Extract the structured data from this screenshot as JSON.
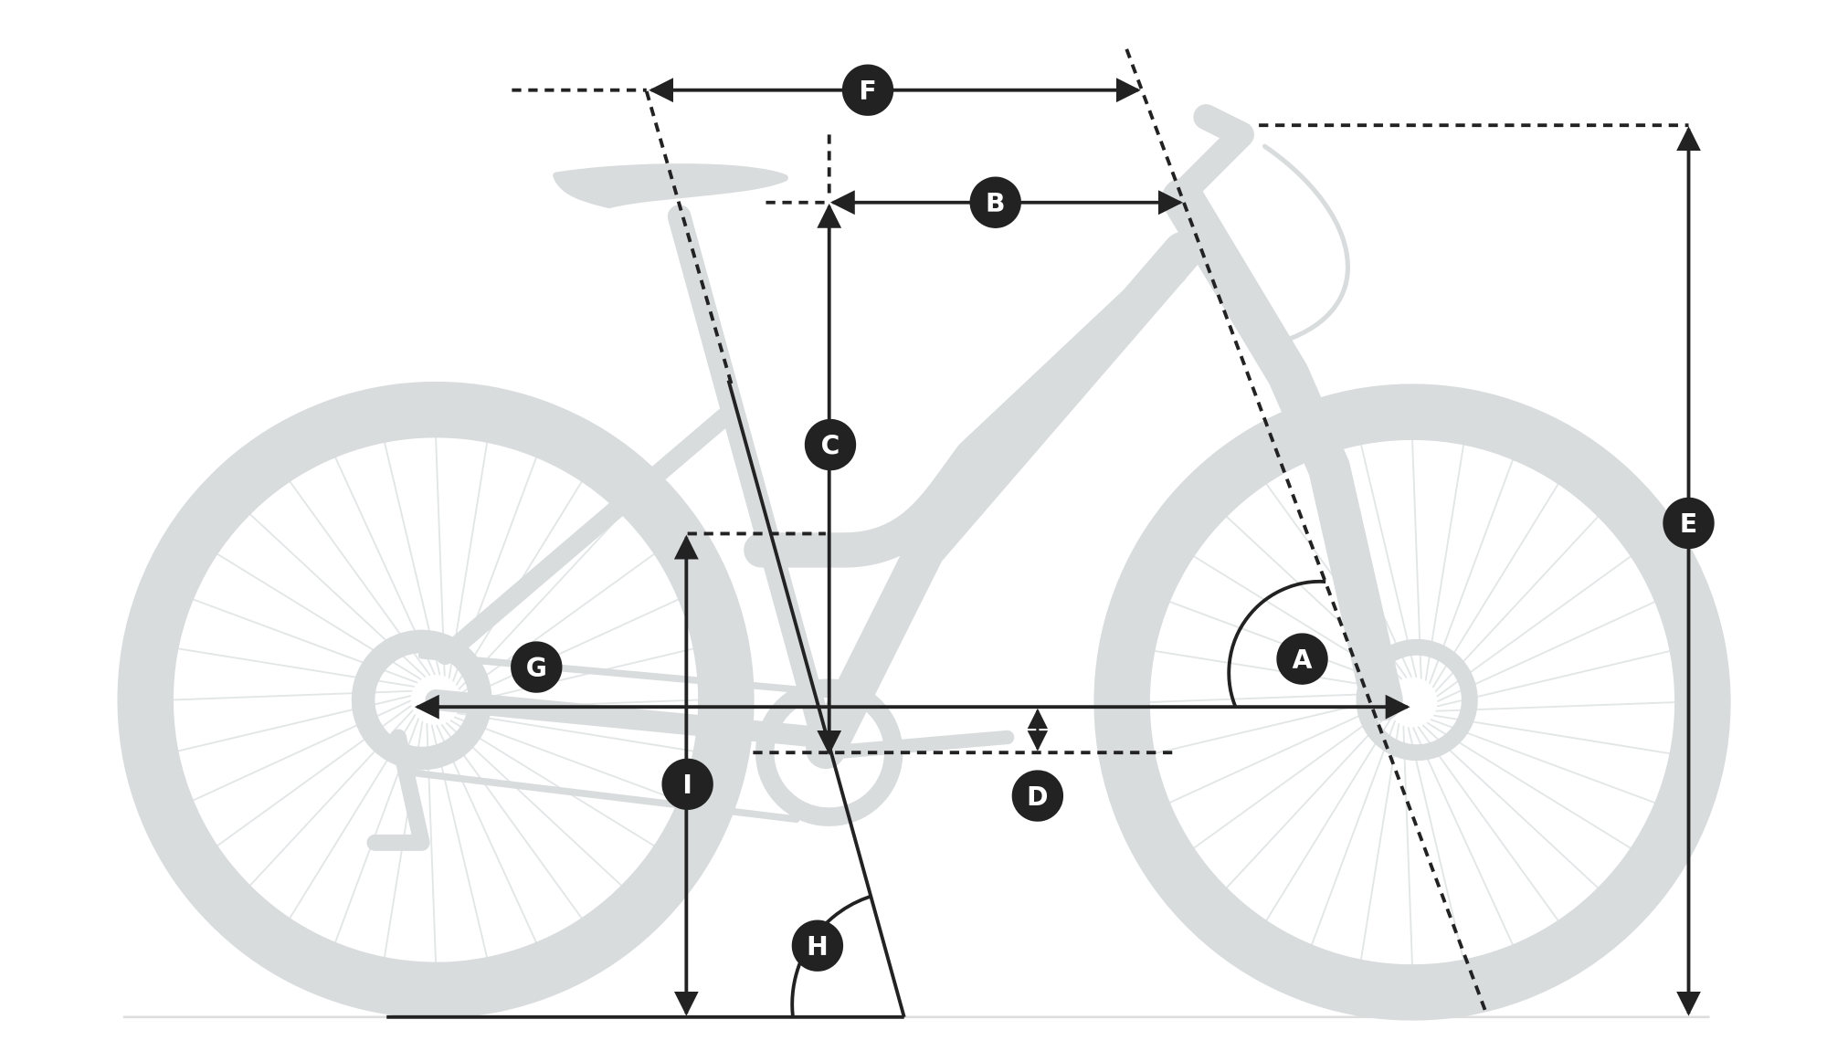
{
  "colors": {
    "bike": "#d8dcdd",
    "spoke": "#e3e6e7",
    "line": "#222222",
    "ground": "#dddddd"
  },
  "labels": {
    "A": "A",
    "B": "B",
    "C": "C",
    "D": "D",
    "E": "E",
    "F": "F",
    "G": "G",
    "H": "H",
    "I": "I"
  }
}
